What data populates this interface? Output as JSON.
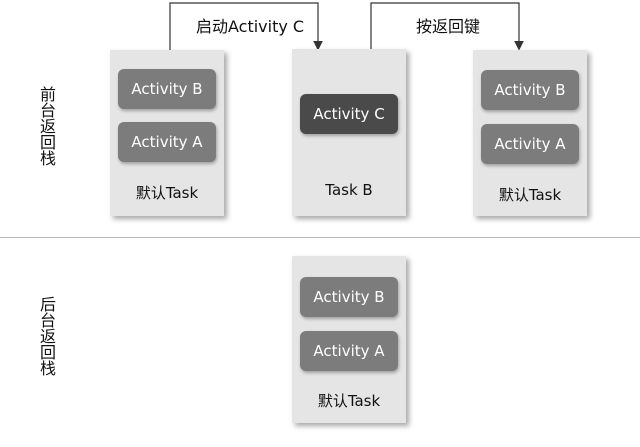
{
  "sections": {
    "foreground_label": "前台返回栈",
    "background_label": "后台返回栈"
  },
  "transitions": [
    {
      "label": "启动Activity C"
    },
    {
      "label": "按返回键"
    }
  ],
  "cards": [
    {
      "task": "默认Task",
      "activities": [
        "Activity B",
        "Activity A"
      ]
    },
    {
      "task": "Task B",
      "activities": [
        "Activity C"
      ]
    },
    {
      "task": "默认Task",
      "activities": [
        "Activity B",
        "Activity A"
      ]
    },
    {
      "task": "默认Task",
      "activities": [
        "Activity B",
        "Activity A"
      ]
    }
  ],
  "colors": {
    "card_background": "#e5e5e5",
    "activity_fill": "#7c7c7c",
    "active_activity_fill": "#4a4a4a",
    "connector": "#333333"
  }
}
